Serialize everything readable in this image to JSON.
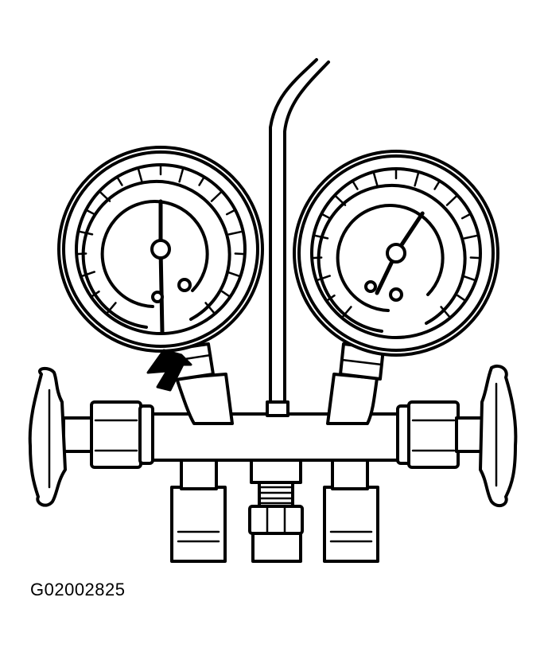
{
  "figure": {
    "id_label": "G02002825",
    "colors": {
      "ink": "#000000",
      "paper": "#ffffff"
    },
    "left_gauge": {
      "needle_level": 0.5
    },
    "right_gauge": {
      "needle_level": 0.62
    },
    "callout": "arrow-pointing-at-left-gauge-fitting"
  }
}
